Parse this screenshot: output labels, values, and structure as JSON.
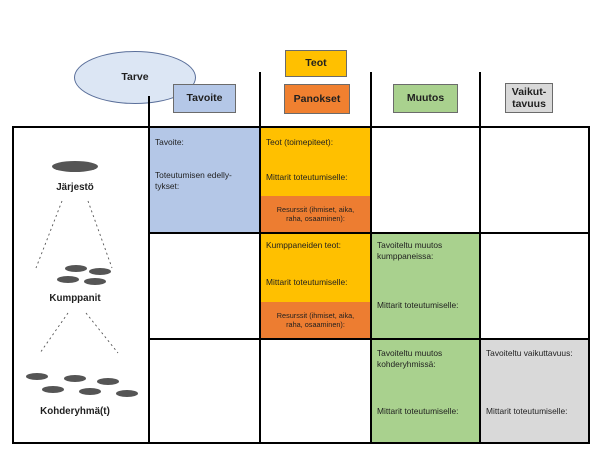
{
  "colors": {
    "blue": "#b4c7e7",
    "orange_header": "#f08030",
    "orange_cell": "#ffc000",
    "dark_orange_cell": "#ed7d31",
    "green": "#a9d18e",
    "gray": "#d9d9d9",
    "ellipse_fill": "#dce6f4"
  },
  "header": {
    "tarve": "Tarve",
    "teot": "Teot",
    "tavoite": "Tavoite",
    "panokset": "Panokset",
    "muutos": "Muutos",
    "vaikuttavuus": "Vaikut-\ntavuus"
  },
  "left": {
    "jarjesto": "Järjestö",
    "kumppanit": "Kumppanit",
    "kohderyhma": "Kohderyhmä(t)"
  },
  "rows": {
    "row1": {
      "tavoite_title": "Tavoite:",
      "tavoite_body": "Toteutumisen edelly-\ntykset:",
      "teot": "Teot (toimepiteet):",
      "mittarit": "Mittarit toteutumiselle:",
      "resurssit": "Resurssit (ihmiset, aika,\nraha, osaaminen):"
    },
    "row2": {
      "teot": "Kumppaneiden teot:",
      "mittarit": "Mittarit toteutumiselle:",
      "resurssit": "Resurssit (ihmiset, aika,\nraha, osaaminen):",
      "muutos": "Tavoiteltu muutos\nkumppaneissa:",
      "muutos_mittarit": "Mittarit toteutumiselle:"
    },
    "row3": {
      "muutos": "Tavoiteltu muutos\nkohderyhmissä:",
      "muutos_mittarit": "Mittarit toteutumiselle:",
      "vaikuttavuus": "Tavoiteltu vaikuttavuus:",
      "vaikuttavuus_mittarit": "Mittarit toteutumiselle:"
    }
  }
}
